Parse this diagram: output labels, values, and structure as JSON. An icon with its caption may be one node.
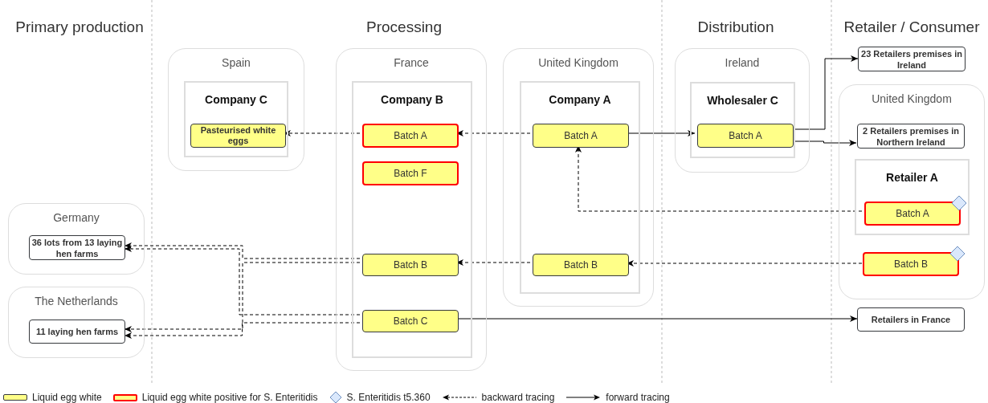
{
  "diagram": {
    "nodes": [
      {
        "text": [
          "Spain"
        ]
      },
      {
        "text": [
          "Company C"
        ],
        "in": 0
      },
      {
        "text": [
          "Pasteurised white eggs"
        ],
        "in": 1
      },
      {
        "text": [
          "France"
        ]
      },
      {
        "text": [
          "Company B"
        ],
        "in": 3
      },
      {
        "text": [
          "Batch A"
        ],
        "in": 4
      },
      {
        "text": [
          "Batch F"
        ],
        "in": 4
      },
      {
        "text": [
          "Batch B"
        ],
        "in": 4
      },
      {
        "text": [
          "Batch C"
        ],
        "in": 4
      },
      {
        "text": [
          "United Kingdom"
        ]
      },
      {
        "text": [
          "Company A"
        ],
        "in": 9
      },
      {
        "text": [
          "Batch A"
        ],
        "in": 10
      },
      {
        "text": [
          "Batch B"
        ],
        "in": 10
      },
      {
        "text": [
          "Ireland"
        ]
      },
      {
        "text": [
          "Wholesaler C"
        ],
        "in": 13
      },
      {
        "text": [
          "Batch A"
        ],
        "in": 14
      },
      {
        "text": [
          "23 Retailers premises in Ireland"
        ]
      },
      {
        "text": [
          "United Kingdom"
        ]
      },
      {
        "text": [
          "2 Retailers premises in Northern Ireland"
        ],
        "in": 17
      },
      {
        "text": [
          "Retailer A"
        ],
        "in": 17
      },
      {
        "text": [
          "Batch A"
        ],
        "in": 19
      },
      {
        "text": [
          "Batch B"
        ],
        "in": 17
      },
      {
        "text": [
          "Germany"
        ]
      },
      {
        "text": [
          "36 lots from 13 laying hen farms"
        ],
        "in": 22
      },
      {
        "text": [
          "The Netherlands"
        ]
      },
      {
        "text": [
          "11 laying hen farms"
        ],
        "in": 24
      },
      {
        "text": [
          "Retailers in France"
        ]
      }
    ],
    "edges": [
      {
        "from": 5,
        "to": 2,
        "arrow": "to",
        "style": "dashed"
      },
      {
        "from": 11,
        "to": 5,
        "arrow": "to",
        "style": "dashed"
      },
      {
        "from": 11,
        "to": 15,
        "arrow": "to"
      },
      {
        "from": 15,
        "to": 16,
        "arrow": "to"
      },
      {
        "from": 15,
        "to": 18,
        "arrow": "to"
      },
      {
        "from": 20,
        "to": 11,
        "arrow": "to",
        "style": "dashed"
      },
      {
        "from": 21,
        "to": 12,
        "arrow": "to",
        "style": "dashed"
      },
      {
        "from": 12,
        "to": 7,
        "arrow": "to",
        "style": "dashed"
      },
      {
        "from": 7,
        "to": 23,
        "arrow": "to",
        "style": "dashed"
      },
      {
        "from": 7,
        "to": 25,
        "arrow": "to",
        "style": "dashed"
      },
      {
        "from": 8,
        "to": 23,
        "arrow": "to",
        "style": "dashed"
      },
      {
        "from": 8,
        "to": 25,
        "arrow": "to",
        "style": "dashed"
      },
      {
        "from": 8,
        "to": 26,
        "arrow": "to"
      }
    ],
    "labels": [
      "Primary production",
      "Processing",
      "Distribution",
      "Retailer / Consumer"
    ],
    "legend": [
      {
        "text": "Liquid egg white",
        "color": "#ffff88"
      },
      {
        "text": "Liquid egg white positive for S. Enteritidis",
        "color": "#ffff88"
      },
      {
        "text": "S. Enteritidis t5.360",
        "color": "#dae8fc"
      },
      {
        "text": "backward tracing"
      },
      {
        "text": "forward tracing"
      }
    ]
  }
}
